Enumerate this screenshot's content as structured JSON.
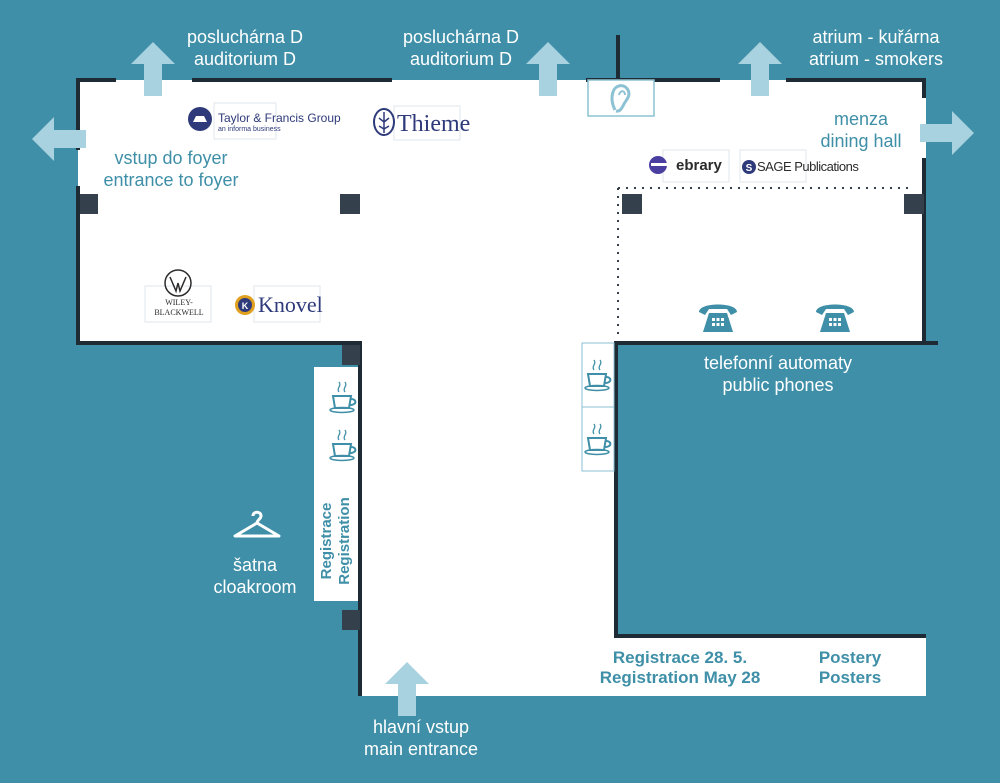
{
  "labels": {
    "auditorium_left": [
      "posluchárna D",
      "auditorium D"
    ],
    "auditorium_center": [
      "posluchárna D",
      "auditorium D"
    ],
    "atrium": [
      "atrium - kuřárna",
      "atrium - smokers"
    ],
    "dining": [
      "menza",
      "dining hall"
    ],
    "foyer": [
      "vstup do foyer",
      "entrance to foyer"
    ],
    "phones": [
      "telefonní automaty",
      "public phones"
    ],
    "cloakroom": [
      "šatna",
      "cloakroom"
    ],
    "registration_vertical": [
      "Registrace",
      "Registration"
    ],
    "registration_date": [
      "Registrace 28. 5.",
      "Registration May 28"
    ],
    "posters": [
      "Postery",
      "Posters"
    ],
    "main_entrance": [
      "hlavní vstup",
      "main entrance"
    ]
  },
  "exhibitors": {
    "taylor_francis": {
      "name": "Taylor & Francis Group",
      "sub": "an informa business"
    },
    "thieme": {
      "name": "Thieme"
    },
    "ebrary": {
      "name": "ebrary"
    },
    "sage": {
      "name": "SAGE Publications"
    },
    "wiley": {
      "name": "WILEY-BLACKWELL"
    },
    "knovel": {
      "name": "Knovel"
    }
  },
  "icons": {
    "exit_arrow": "arrow-icon",
    "hearing_loop": "ear-icon",
    "coffee": "coffee-cup-icon",
    "phone": "telephone-icon",
    "hanger": "coat-hanger-icon"
  },
  "colors": {
    "background": "#3e8fa7",
    "floor": "#ffffff",
    "wall": "#1e2b35",
    "arrow": "#a9d2e0",
    "text_accent": "#3e8fa7"
  }
}
